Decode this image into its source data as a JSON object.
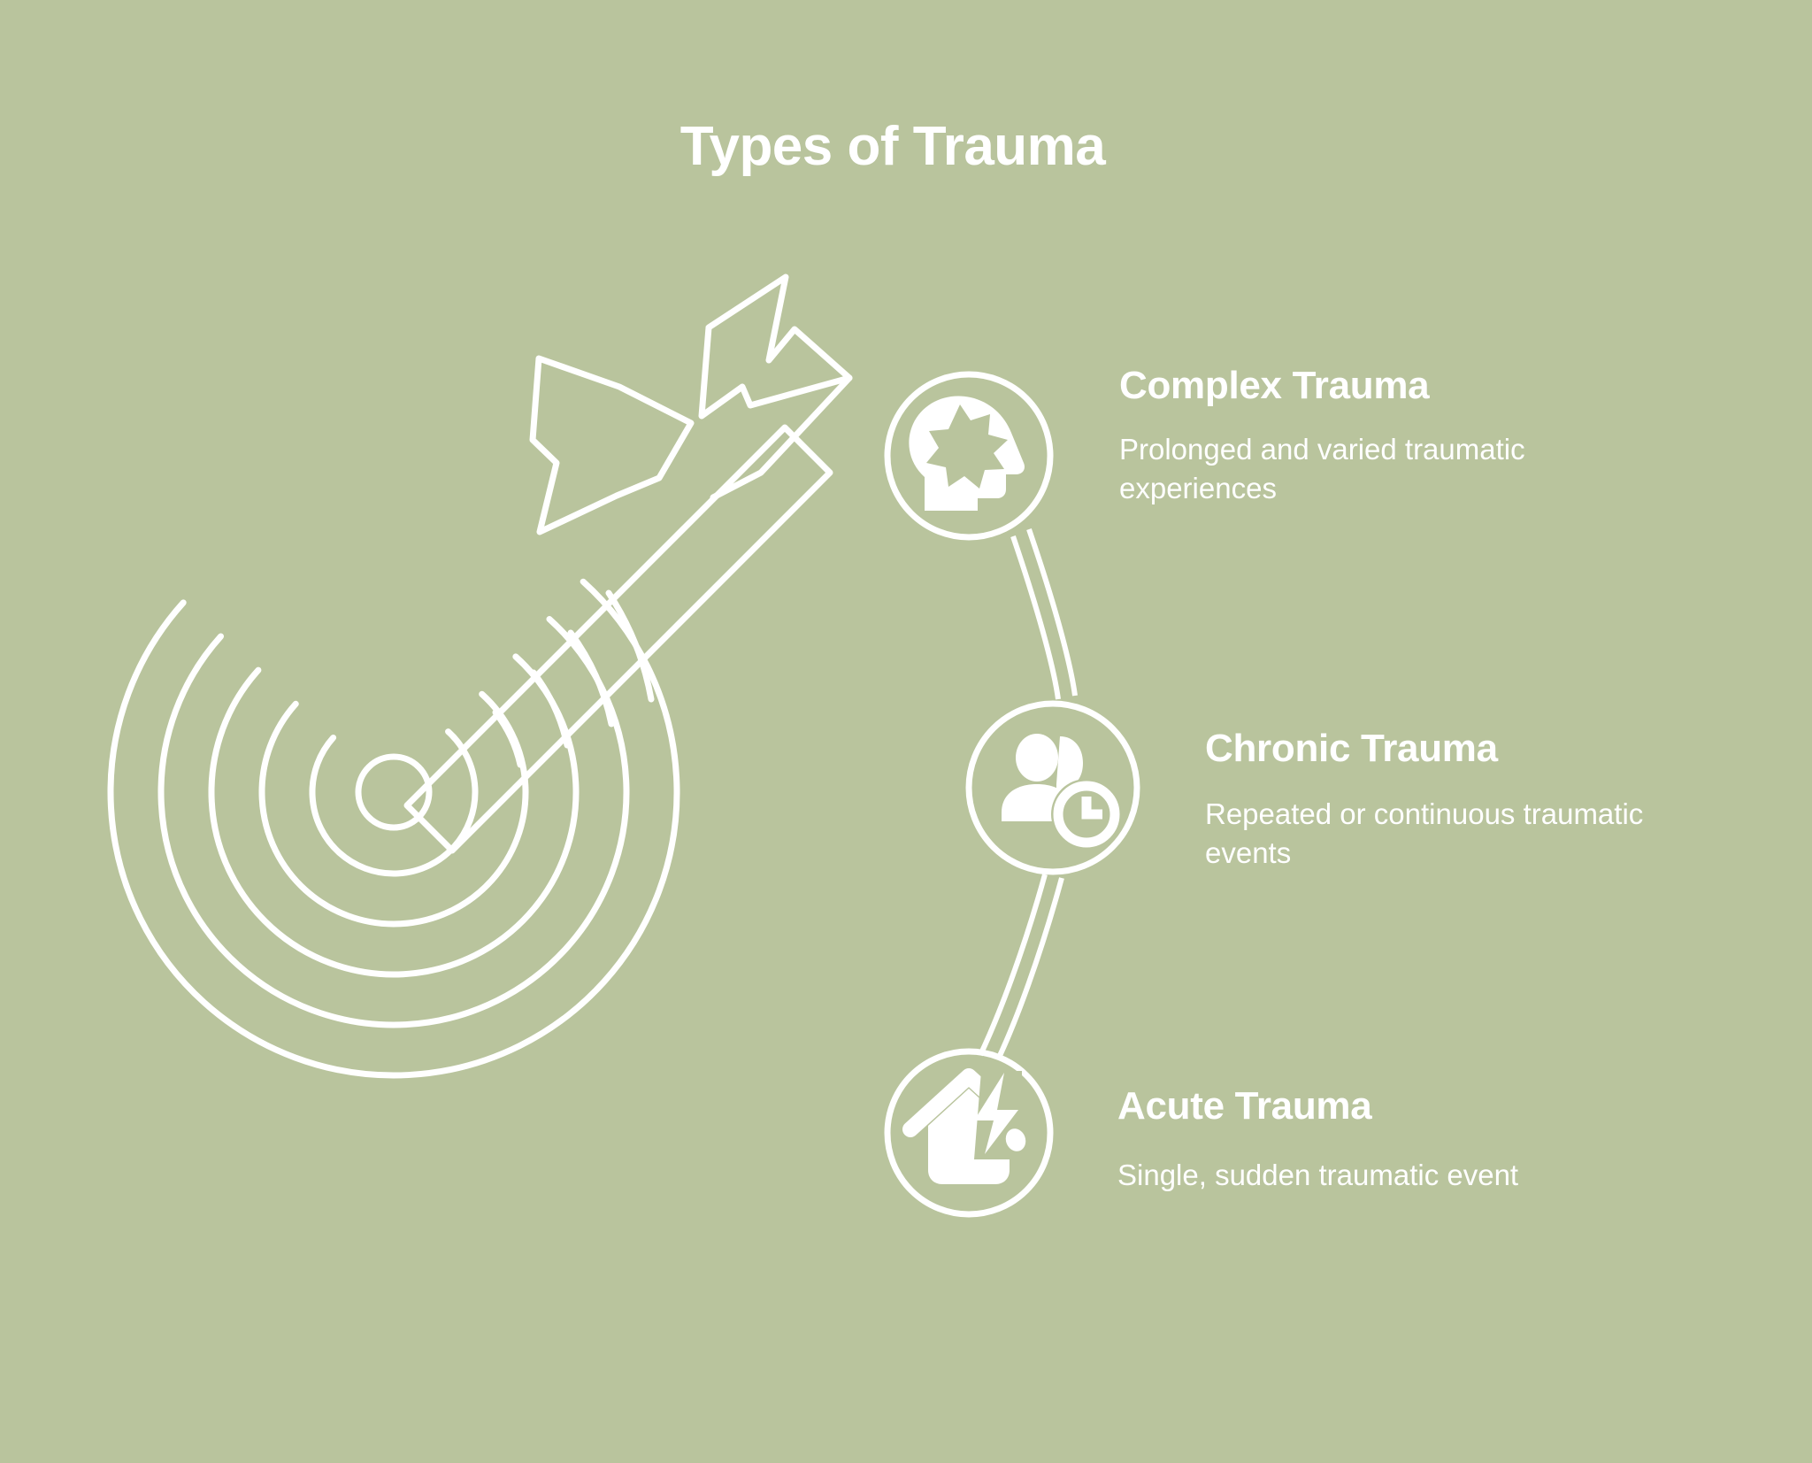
{
  "page": {
    "title": "Types of Trauma",
    "background_color": "#b9c49d",
    "foreground_color": "#ffffff"
  },
  "illustration": {
    "name": "target-with-arrow",
    "description": "Outlined concentric bullseye target struck by an arrow"
  },
  "items": [
    {
      "id": "complex-trauma",
      "heading": "Complex Trauma",
      "description": "Prolonged and varied traumatic experiences",
      "icon": "head-with-burst-icon"
    },
    {
      "id": "chronic-trauma",
      "heading": "Chronic Trauma",
      "description": "Repeated or continuous traumatic events",
      "icon": "people-with-clock-icon"
    },
    {
      "id": "acute-trauma",
      "heading": "Acute Trauma",
      "description": "Single, sudden traumatic event",
      "icon": "house-with-lightning-icon"
    }
  ]
}
